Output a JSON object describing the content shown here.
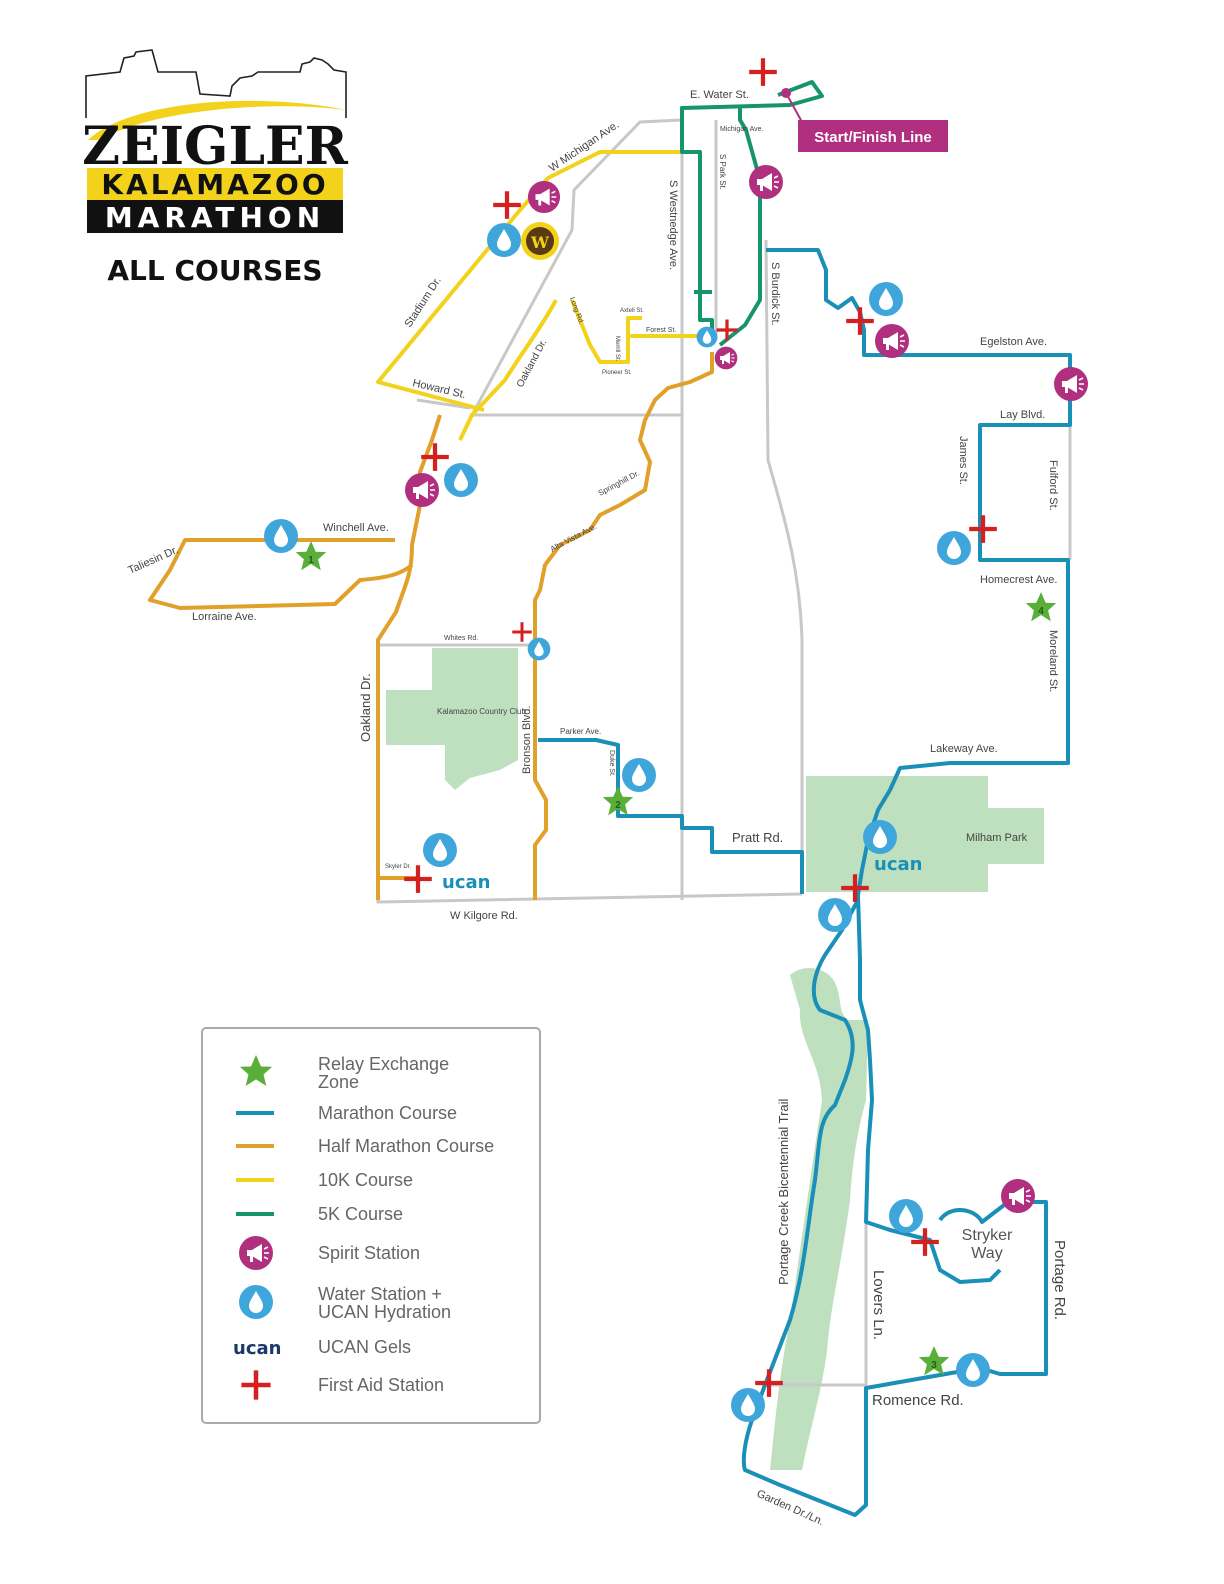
{
  "logo": {
    "name_line1": "ZEIGLER",
    "name_line2": "KALAMAZOO",
    "name_line3": "MARATHON",
    "wmu_letter": "W"
  },
  "title": "ALL COURSES",
  "start_finish": "Start/Finish Line",
  "ucan_brand": "ucan",
  "streets": {
    "water": "E. Water St.",
    "michigan_e": "Michigan Ave.",
    "w_michigan": "W Michigan Ave.",
    "stadium": "Stadium Dr.",
    "howard": "Howard St.",
    "oakland_dr_n": "Oakland Dr.",
    "long": "Long Rd.",
    "forest": "Forest St.",
    "axtell": "Axtell St.",
    "merrill": "Merrill St.",
    "pioneer": "Pioneer St.",
    "westnedge": "S Westnedge Ave.",
    "s_park": "S Park St.",
    "s_burdick": "S Burdick St.",
    "egelston": "Egelston Ave.",
    "lay": "Lay Blvd.",
    "james": "James St.",
    "fulford": "Fulford St.",
    "homecrest": "Homecrest Ave.",
    "moreland": "Moreland St.",
    "lakeway": "Lakeway Ave.",
    "milham": "Milham Park",
    "springhill": "Springhill Dr.",
    "alta_vista": "Alta Vista Ave.",
    "winchell": "Winchell Ave.",
    "taliesin": "Taliesin Dr.",
    "lorraine": "Lorraine Ave.",
    "whites": "Whites Rd.",
    "oakland_dr_s": "Oakland Dr.",
    "bronson": "Bronson Blvd.",
    "country_club": "Kalamazoo Country Club",
    "parker": "Parker Ave.",
    "duke": "Duke St.",
    "pratt": "Pratt Rd.",
    "skyler": "Skyler Dr.",
    "kilgore": "W Kilgore Rd.",
    "portage_trail": "Portage Creek Bicentennial Trail",
    "stryker": "Stryker Way",
    "portage_rd": "Portage Rd.",
    "lovers": "Lovers Ln.",
    "romence": "Romence Rd.",
    "garden": "Garden Dr./Ln."
  },
  "relay_numbers": [
    "1",
    "2",
    "3",
    "4"
  ],
  "legend": [
    {
      "symbol": "star",
      "label_line1": "Relay Exchange",
      "label_line2": "Zone"
    },
    {
      "symbol": "line",
      "color": "#1a8fb8",
      "label_line1": "Marathon Course",
      "label_line2": ""
    },
    {
      "symbol": "line",
      "color": "#e0a02a",
      "label_line1": "Half Marathon Course",
      "label_line2": ""
    },
    {
      "symbol": "line",
      "color": "#f2d21a",
      "label_line1": "10K Course",
      "label_line2": ""
    },
    {
      "symbol": "line",
      "color": "#16946e",
      "label_line1": "5K Course",
      "label_line2": ""
    },
    {
      "symbol": "spirit",
      "label_line1": "Spirit Station",
      "label_line2": ""
    },
    {
      "symbol": "water",
      "label_line1": "Water Station +",
      "label_line2": "UCAN Hydration"
    },
    {
      "symbol": "ucan",
      "label_line1": "UCAN Gels",
      "label_line2": ""
    },
    {
      "symbol": "firstaid",
      "label_line1": "First Aid Station",
      "label_line2": ""
    }
  ],
  "colors": {
    "marathon": "#1a8fb8",
    "half": "#e0a02a",
    "tenk": "#f2d21a",
    "fivek": "#16946e",
    "street": "#c8c8c8",
    "park": "#bfe0bf",
    "spirit": "#b0307f",
    "water": "#3fa6dc",
    "firstaid": "#d42020",
    "relay": "#5aae3a",
    "ucan_uc": "#1a8fb8",
    "ucan_an": "#1a3a6a"
  }
}
